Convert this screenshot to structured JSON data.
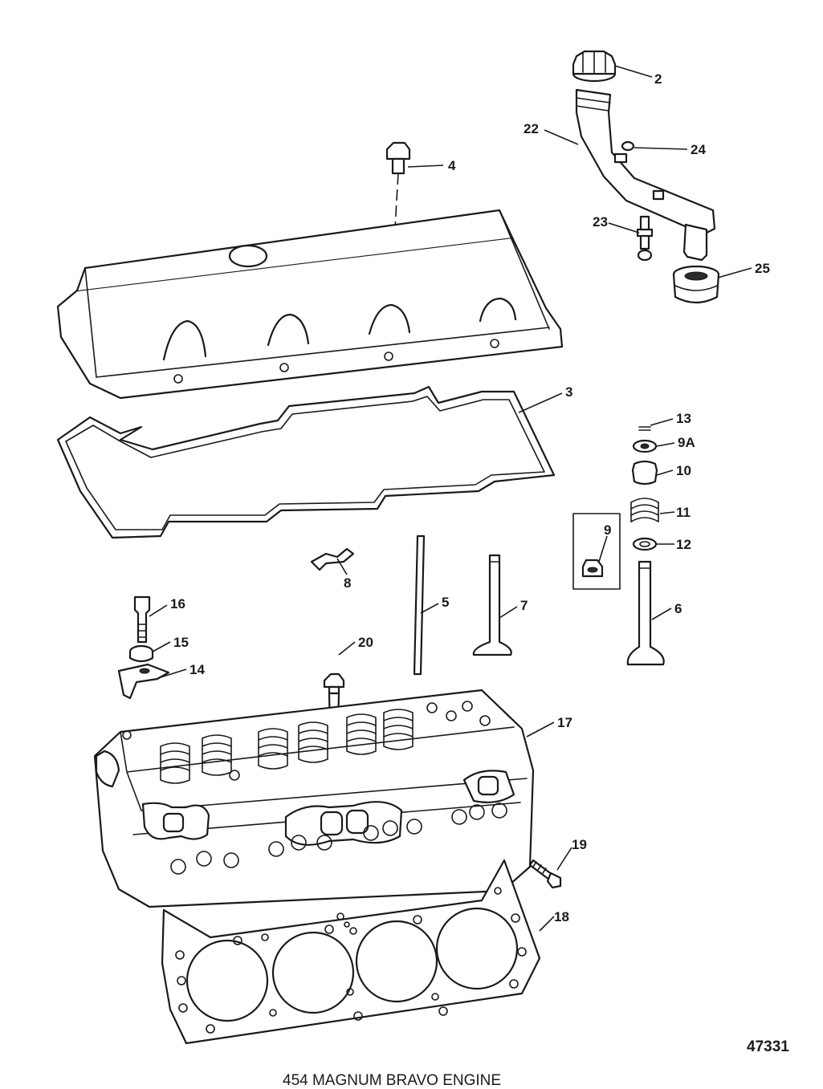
{
  "figure_number": "47331",
  "caption": "454 MAGNUM BRAVO ENGINE",
  "page_ref": "",
  "callouts": {
    "c2": "2",
    "c3": "3",
    "c4": "4",
    "c5": "5",
    "c6": "6",
    "c7": "7",
    "c8": "8",
    "c9": "9",
    "c9a": "9A",
    "c10": "10",
    "c11": "11",
    "c12": "12",
    "c13": "13",
    "c14": "14",
    "c15": "15",
    "c16": "16",
    "c17": "17",
    "c18": "18",
    "c19": "19",
    "c20": "20",
    "c22": "22",
    "c23": "23",
    "c24": "24",
    "c25": "25"
  }
}
